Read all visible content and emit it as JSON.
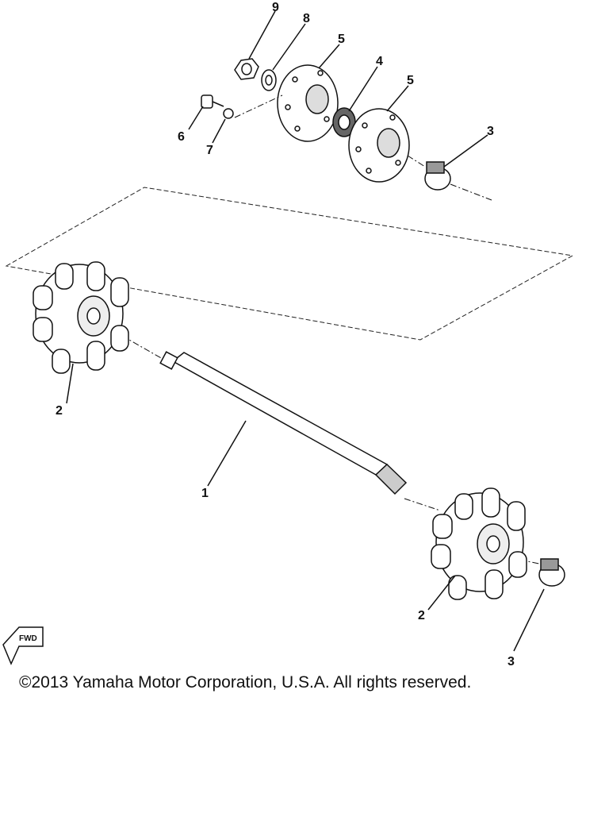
{
  "callouts": {
    "shaft": "1",
    "sprocket_left": "2",
    "sprocket_right": "2",
    "clip_upper": "3",
    "clip_lower": "3",
    "bearing": "4",
    "flange_inner": "5",
    "flange_outer": "5",
    "bolt": "6",
    "washer_small": "7",
    "washer": "8",
    "nut": "9"
  },
  "fwd_arrow": {
    "label": "FWD"
  },
  "copyright": "©2013 Yamaha Motor Corporation, U.S.A. All rights reserved."
}
